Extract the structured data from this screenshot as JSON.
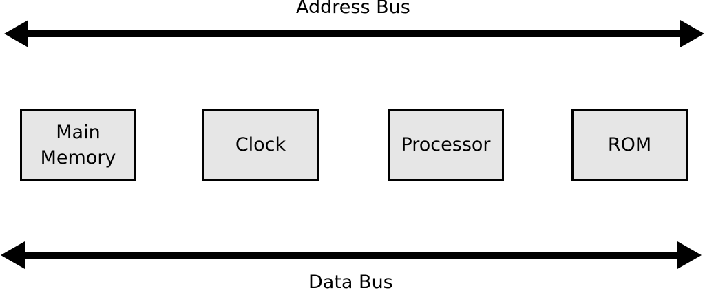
{
  "buses": {
    "address": {
      "label": "Address Bus"
    },
    "data": {
      "label": "Data Bus"
    }
  },
  "components": [
    {
      "label": "Main\nMemory"
    },
    {
      "label": "Clock"
    },
    {
      "label": "Processor"
    },
    {
      "label": "ROM"
    }
  ],
  "colors": {
    "stroke": "#000000",
    "box_fill": "#e6e6e6",
    "background": "#ffffff"
  }
}
